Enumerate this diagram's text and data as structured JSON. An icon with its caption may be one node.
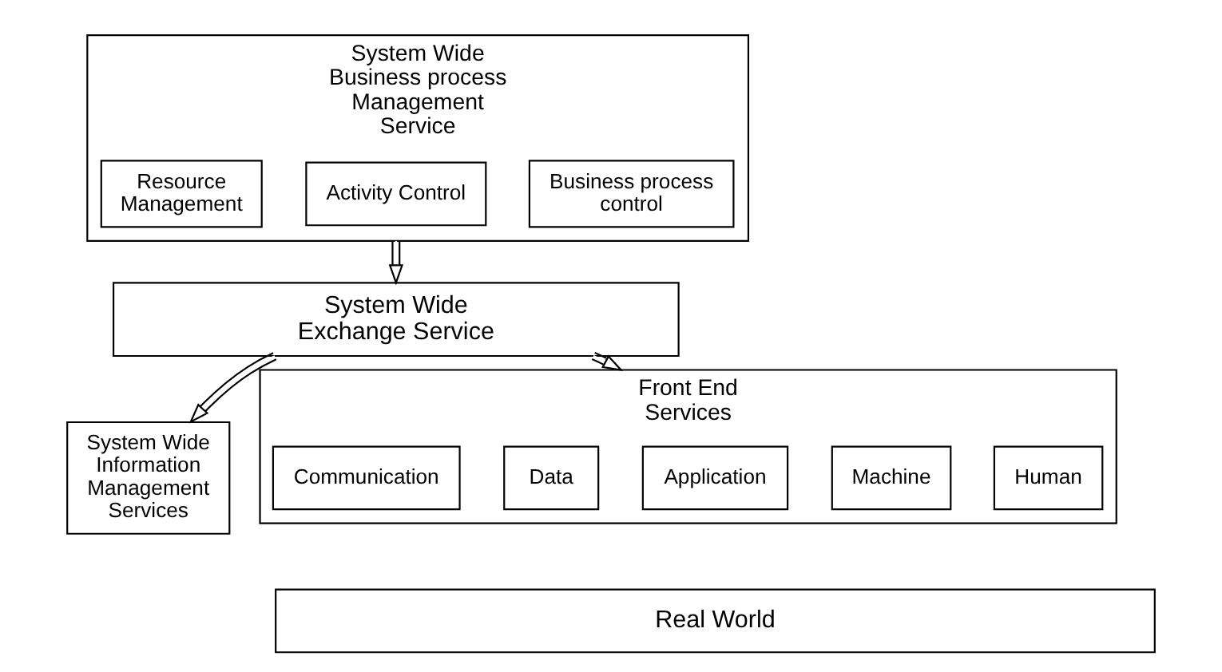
{
  "diagram": {
    "nodes": [
      {
        "text": [
          "System Wide Business process Management Service"
        ]
      },
      {
        "text": [
          "Business process control"
        ],
        "in": 0
      },
      {
        "text": [
          "Activity Control"
        ],
        "in": 0
      },
      {
        "text": [
          "Resource Management"
        ],
        "in": 0
      },
      {
        "text": [
          "System Wide Information Management Services"
        ]
      },
      {
        "text": [
          "System Wide Exchange Service"
        ]
      },
      {
        "text": [
          "Front End Services"
        ]
      },
      {
        "text": [
          "Human"
        ],
        "in": 6
      },
      {
        "text": [
          "Machine"
        ],
        "in": 6
      },
      {
        "text": [
          "Application"
        ],
        "in": 6
      },
      {
        "text": [
          "Data"
        ],
        "in": 6
      },
      {
        "text": [
          "Communication"
        ],
        "in": 6
      },
      {
        "text": [
          "Real World"
        ]
      }
    ],
    "edges": [
      {
        "from": 0,
        "to": 5,
        "arrow": "to"
      },
      {
        "from": 5,
        "to": 4,
        "arrow": "to"
      },
      {
        "from": 5,
        "to": 6,
        "arrow": "to"
      }
    ]
  }
}
